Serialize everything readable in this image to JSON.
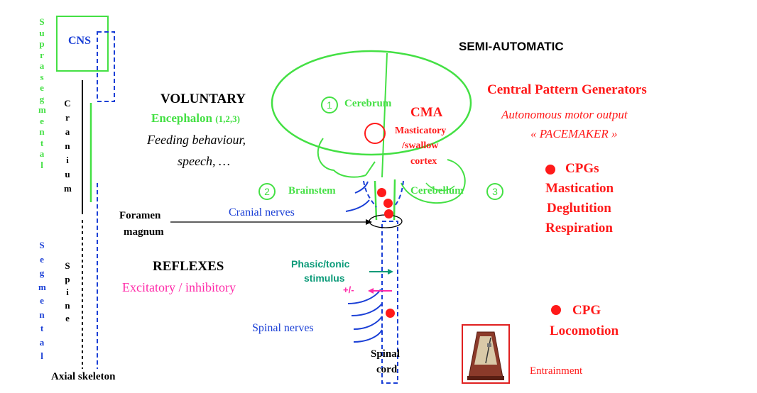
{
  "axis": {
    "suprasegmental": "Suprasegmental",
    "segmental": "Segmental",
    "cranium": "Cranium",
    "spine": "Spine",
    "axial_skeleton": "Axial skeleton",
    "cns": "CNS"
  },
  "voluntary": {
    "title": "VOLUNTARY",
    "encephalon": "Encephalon",
    "encephalon_refs": "(1,2,3)",
    "line1": "Feeding behaviour,",
    "line2": "speech, …"
  },
  "foramen": {
    "line1": "Foramen",
    "line2": "magnum"
  },
  "reflexes": {
    "title": "REFLEXES",
    "subtitle": "Excitatory / inhibitory"
  },
  "brain": {
    "cerebrum_num": "1",
    "cerebrum": "Cerebrum",
    "brainstem_num": "2",
    "brainstem": "Brainstem",
    "cerebellum_num": "3",
    "cerebellum": "Cerebellum",
    "cma": "CMA",
    "cortex_line1": "Masticatory",
    "cortex_line2": "/swallow",
    "cortex_line3": "cortex"
  },
  "nerves": {
    "cranial": "Cranial nerves",
    "spinal": "Spinal nerves"
  },
  "stimulus": {
    "line1": "Phasic/tonic",
    "line2": "stimulus",
    "sign": "+/-"
  },
  "spinal_cord": {
    "line1": "Spinal",
    "line2": "cord"
  },
  "right": {
    "semi_automatic": "SEMI-AUTOMATIC",
    "cpg_title": "Central Pattern Generators",
    "autonomous": "Autonomous motor output",
    "pacemaker": "« PACEMAKER »",
    "cpgs_label": "CPGs",
    "mastication": "Mastication",
    "deglutition": "Deglutition",
    "respiration": "Respiration",
    "cpg_label": "CPG",
    "locomotion": "Locomotion",
    "entrainment": "Entrainment"
  },
  "colors": {
    "green": "#44e044",
    "blue": "#1a3fd6",
    "red": "#ff1a1a",
    "teal": "#0a9a78",
    "magenta": "#ff2aa8",
    "black": "#000000"
  },
  "icons": [
    "metronome-icon",
    "red-dot-icon",
    "circle-number-icon",
    "arrow-icon"
  ]
}
